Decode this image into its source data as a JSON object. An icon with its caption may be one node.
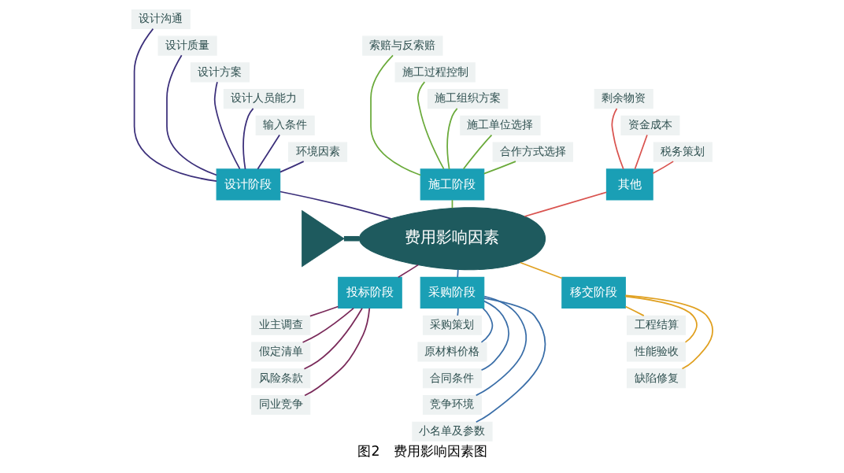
{
  "diagram": {
    "caption": "图2　费用影响因素图",
    "nodes": [
      {
        "text": [],
        "shape": "triangle"
      },
      {
        "text": [
          "设计阶段"
        ]
      },
      {
        "text": [
          "设计沟通"
        ]
      },
      {
        "text": [
          "设计质量"
        ]
      },
      {
        "text": [
          "设计方案"
        ]
      },
      {
        "text": [
          "设计人员能力"
        ]
      },
      {
        "text": [
          "输入条件"
        ]
      },
      {
        "text": [
          "环境因素"
        ]
      },
      {
        "text": [
          "施工阶段"
        ]
      },
      {
        "text": [
          "索赔与反索赔"
        ]
      },
      {
        "text": [
          "施工过程控制"
        ]
      },
      {
        "text": [
          "施工组织方案"
        ]
      },
      {
        "text": [
          "施工单位选择"
        ]
      },
      {
        "text": [
          "合作方式选择"
        ]
      },
      {
        "text": [
          "其他"
        ]
      },
      {
        "text": [
          "剩余物资"
        ]
      },
      {
        "text": [
          "资金成本"
        ]
      },
      {
        "text": [
          "税务策划"
        ]
      },
      {
        "text": [
          "费用影响因素"
        ]
      },
      {
        "text": [
          "投标阶段"
        ]
      },
      {
        "text": [
          "业主调查"
        ]
      },
      {
        "text": [
          "假定清单"
        ]
      },
      {
        "text": [
          "风险条款"
        ]
      },
      {
        "text": [
          "同业竞争"
        ]
      },
      {
        "text": [
          "采购阶段"
        ]
      },
      {
        "text": [
          "采购策划"
        ]
      },
      {
        "text": [
          "原材料价格"
        ]
      },
      {
        "text": [
          "合同条件"
        ]
      },
      {
        "text": [
          "竞争环境"
        ]
      },
      {
        "text": [
          "小名单及参数"
        ]
      },
      {
        "text": [
          "移交阶段"
        ]
      },
      {
        "text": [
          "工程结算"
        ]
      },
      {
        "text": [
          "性能验收"
        ]
      },
      {
        "text": [
          "缺陷修复"
        ]
      }
    ],
    "edges": [
      {
        "from": 0,
        "to": 18,
        "arrow": "none",
        "style": "thick",
        "color": "#1e5a5e"
      },
      {
        "from": 2,
        "to": 1,
        "arrow": "none",
        "color": "#3b2f7a"
      },
      {
        "from": 3,
        "to": 1,
        "arrow": "none",
        "color": "#3b2f7a"
      },
      {
        "from": 4,
        "to": 1,
        "arrow": "none",
        "color": "#3b2f7a"
      },
      {
        "from": 5,
        "to": 1,
        "arrow": "none",
        "color": "#3b2f7a"
      },
      {
        "from": 6,
        "to": 1,
        "arrow": "none",
        "color": "#3b2f7a"
      },
      {
        "from": 7,
        "to": 1,
        "arrow": "none",
        "color": "#3b2f7a"
      },
      {
        "from": 1,
        "to": 18,
        "arrow": "none",
        "color": "#3b2f7a"
      },
      {
        "from": 9,
        "to": 8,
        "arrow": "none",
        "color": "#6aaa3a"
      },
      {
        "from": 10,
        "to": 8,
        "arrow": "none",
        "color": "#6aaa3a"
      },
      {
        "from": 11,
        "to": 8,
        "arrow": "none",
        "color": "#6aaa3a"
      },
      {
        "from": 12,
        "to": 8,
        "arrow": "none",
        "color": "#6aaa3a"
      },
      {
        "from": 13,
        "to": 8,
        "arrow": "none",
        "color": "#6aaa3a"
      },
      {
        "from": 8,
        "to": 18,
        "arrow": "none",
        "color": "#6aaa3a"
      },
      {
        "from": 15,
        "to": 14,
        "arrow": "none",
        "color": "#d9534f"
      },
      {
        "from": 16,
        "to": 14,
        "arrow": "none",
        "color": "#d9534f"
      },
      {
        "from": 17,
        "to": 14,
        "arrow": "none",
        "color": "#d9534f"
      },
      {
        "from": 14,
        "to": 18,
        "arrow": "none",
        "color": "#d9534f"
      },
      {
        "from": 20,
        "to": 19,
        "arrow": "none",
        "color": "#7a2a5a"
      },
      {
        "from": 21,
        "to": 19,
        "arrow": "none",
        "color": "#7a2a5a"
      },
      {
        "from": 22,
        "to": 19,
        "arrow": "none",
        "color": "#7a2a5a"
      },
      {
        "from": 23,
        "to": 19,
        "arrow": "none",
        "color": "#7a2a5a"
      },
      {
        "from": 19,
        "to": 18,
        "arrow": "none",
        "color": "#7a2a5a"
      },
      {
        "from": 25,
        "to": 24,
        "arrow": "none",
        "color": "#3a6ea8"
      },
      {
        "from": 26,
        "to": 24,
        "arrow": "none",
        "color": "#3a6ea8"
      },
      {
        "from": 27,
        "to": 24,
        "arrow": "none",
        "color": "#3a6ea8"
      },
      {
        "from": 28,
        "to": 24,
        "arrow": "none",
        "color": "#3a6ea8"
      },
      {
        "from": 29,
        "to": 24,
        "arrow": "none",
        "color": "#3a6ea8"
      },
      {
        "from": 24,
        "to": 18,
        "arrow": "none",
        "color": "#3a6ea8"
      },
      {
        "from": 31,
        "to": 30,
        "arrow": "none",
        "color": "#e0a020"
      },
      {
        "from": 32,
        "to": 30,
        "arrow": "none",
        "color": "#e0a020"
      },
      {
        "from": 33,
        "to": 30,
        "arrow": "none",
        "color": "#e0a020"
      },
      {
        "from": 30,
        "to": 18,
        "arrow": "none",
        "color": "#e0a020"
      }
    ]
  }
}
